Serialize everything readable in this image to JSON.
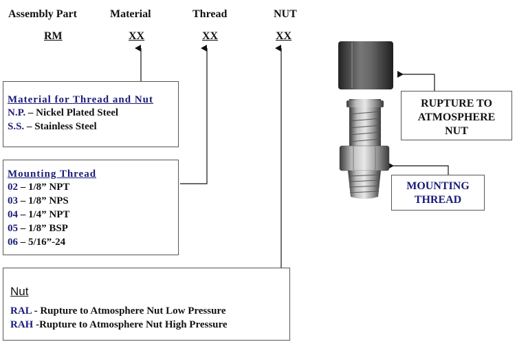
{
  "headers": {
    "assembly_part": "Assembly Part",
    "material": "Material",
    "thread": "Thread",
    "nut": "NUT"
  },
  "codes": {
    "assembly_part": "RM",
    "material": "XX",
    "thread": "XX",
    "nut": "XX"
  },
  "material_box": {
    "title": "Material for Thread and Nut",
    "items": [
      {
        "key": "N.P.",
        "desc": " – Nickel Plated Steel"
      },
      {
        "key": "S.S.",
        "desc": " – Stainless Steel"
      }
    ]
  },
  "thread_box": {
    "title": "Mounting Thread",
    "items": [
      {
        "key": "02",
        "desc": " – 1/8” NPT"
      },
      {
        "key": "03",
        "desc": " – 1/8” NPS"
      },
      {
        "key": "04",
        "desc": " – 1/4” NPT"
      },
      {
        "key": "05",
        "desc": " – 1/8” BSP"
      },
      {
        "key": "06",
        "desc": " – 5/16”-24"
      }
    ]
  },
  "nut_box": {
    "title": "Nut",
    "items": [
      {
        "key": "RAL",
        "desc": " - Rupture to Atmosphere Nut Low Pressure"
      },
      {
        "key": "RAH",
        "desc": "   -Rupture to Atmosphere Nut High Pressure"
      }
    ]
  },
  "callouts": {
    "rupture_line1": "RUPTURE TO",
    "rupture_line2": "ATMOSPHERE",
    "rupture_line3": "NUT",
    "mounting_line1": "MOUNTING",
    "mounting_line2": "THREAD"
  },
  "colors": {
    "key_text": "#1a1a7a",
    "border": "#555555"
  }
}
